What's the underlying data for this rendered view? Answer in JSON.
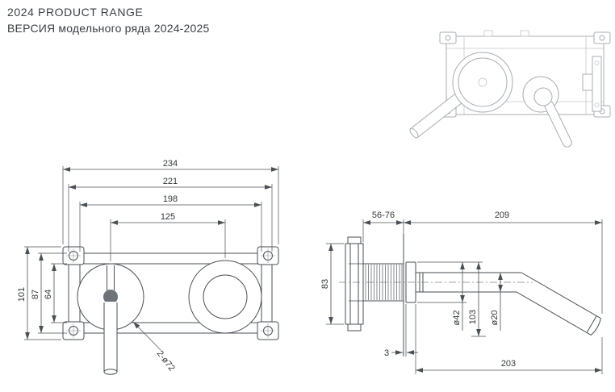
{
  "header": {
    "title": "2024 PRODUCT RANGE",
    "subtitle": "ВЕРСИЯ модельного ряда 2024-2025"
  },
  "front_view": {
    "dim_width_outer": "234",
    "dim_width_plate": "221",
    "dim_width_holes": "198",
    "dim_width_centers": "125",
    "dim_height_outer": "101",
    "dim_height_plate": "87",
    "dim_height_inner": "64",
    "dim_escutcheons": "2-ø72"
  },
  "side_view": {
    "dim_depth_range": "56-76",
    "dim_spout_reach_top": "209",
    "dim_bracket_height": "83",
    "dim_wall_gap": "3",
    "dim_escutcheon_diameter": "ø42",
    "dim_drop_height": "103",
    "dim_spout_diameter": "ø20",
    "dim_spout_reach_bottom": "203"
  },
  "colors": {
    "drawing_line": "#4a4f55",
    "label_text": "#33373c",
    "illustration_line": "#a8adb3",
    "background": "#ffffff"
  }
}
